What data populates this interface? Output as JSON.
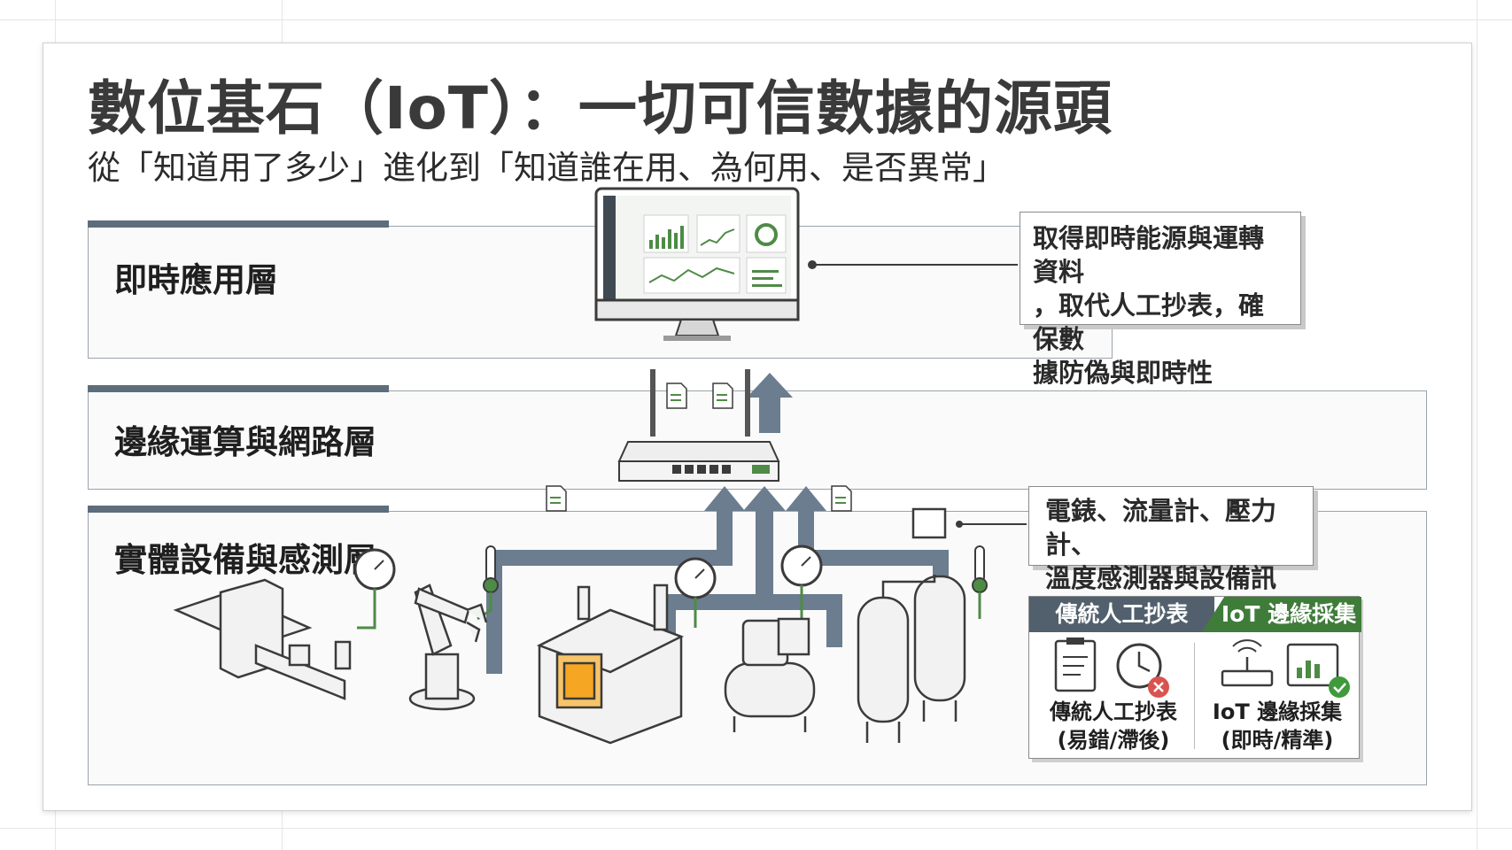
{
  "header": {
    "title": "數位基石（IoT）：一切可信數據的源頭",
    "subtitle": "從「知道用了多少」進化到「知道誰在用、為何用、是否異常」"
  },
  "layers": [
    {
      "label": "即時應用層"
    },
    {
      "label": "邊緣運算與網路層"
    },
    {
      "label": "實體設備與感測層"
    }
  ],
  "callouts": {
    "application": [
      "取得即時能源與運轉資料",
      "，取代人工抄表，確保數",
      "據防偽與即時性"
    ],
    "sensors": [
      "電錶、流量計、壓力計、",
      "溫度感測器與設備訊號"
    ]
  },
  "comparison": {
    "left_header": "傳統人工抄表",
    "right_header": "IoT 邊緣採集",
    "left_label": [
      "傳統人工抄表",
      "(易錯/滯後)"
    ],
    "right_label": [
      "IoT 邊緣採集",
      "(即時/精準)"
    ]
  },
  "colors": {
    "accent_green": "#3f7c3a",
    "layer_tab": "#5d6d7c",
    "arrow": "#6b7d8e",
    "error_red": "#d9534f"
  },
  "icons": [
    "monitor-dashboard-icon",
    "router-icon",
    "document-icon",
    "gauge-icon",
    "thermometer-icon",
    "conveyor-machine-icon",
    "robot-arm-icon",
    "furnace-icon",
    "compressor-icon",
    "tank-icon",
    "clipboard-icon",
    "clock-icon",
    "wifi-router-icon",
    "chart-window-icon",
    "check-icon",
    "cross-icon"
  ]
}
